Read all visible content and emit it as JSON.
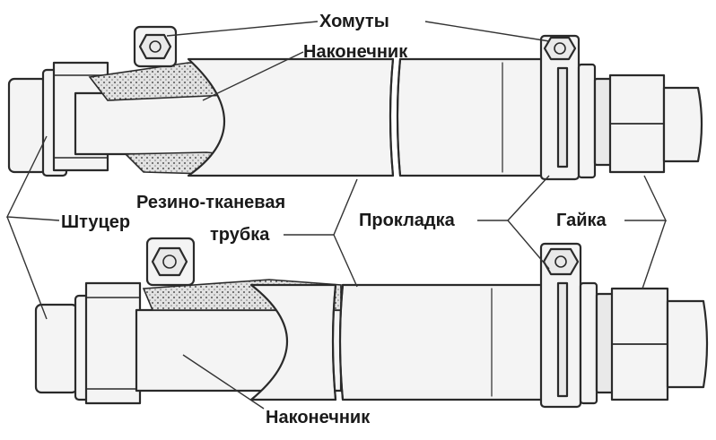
{
  "labels": {
    "clamps": "Хомуты",
    "tip_top": "Наконечник",
    "fitting": "Штуцер",
    "hose_line1": "Резино-тканевая",
    "hose_line2": "трубка",
    "gasket": "Прокладка",
    "nut": "Гайка",
    "tip_bottom": "Наконечник"
  }
}
